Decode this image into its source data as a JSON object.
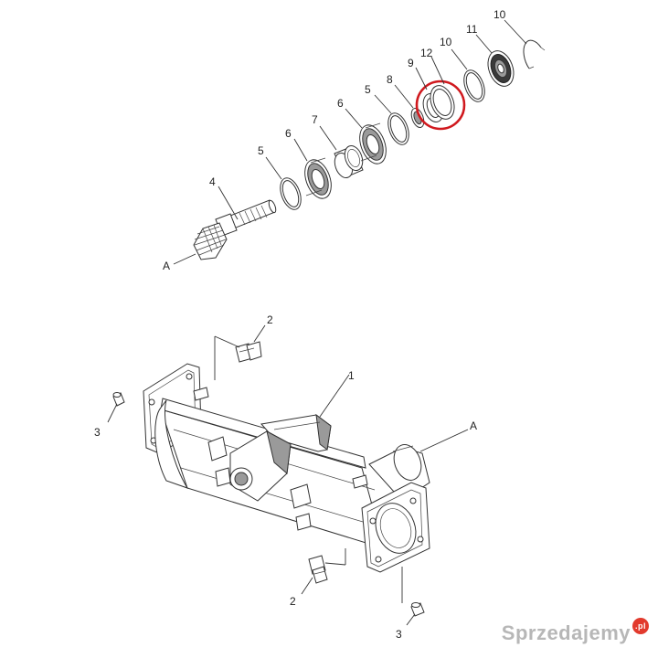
{
  "labels": {
    "exploded": {
      "l10_top": "10",
      "l11": "11",
      "l10_mid": "10",
      "l12": "12",
      "l9": "9",
      "l8": "8",
      "l5_upper": "5",
      "l6_upper": "6",
      "l7": "7",
      "l6_lower": "6",
      "l5_lower": "5",
      "l4": "4",
      "lA": "A"
    },
    "housing": {
      "l1": "1",
      "l2_top": "2",
      "l2_bottom": "2",
      "l3_left": "3",
      "l3_bottom": "3",
      "lA": "A"
    }
  },
  "highlight": {
    "color": "#d0191e",
    "target": "12"
  },
  "watermark": {
    "brand": "Sprzedajemy",
    "tld": ".pl"
  }
}
